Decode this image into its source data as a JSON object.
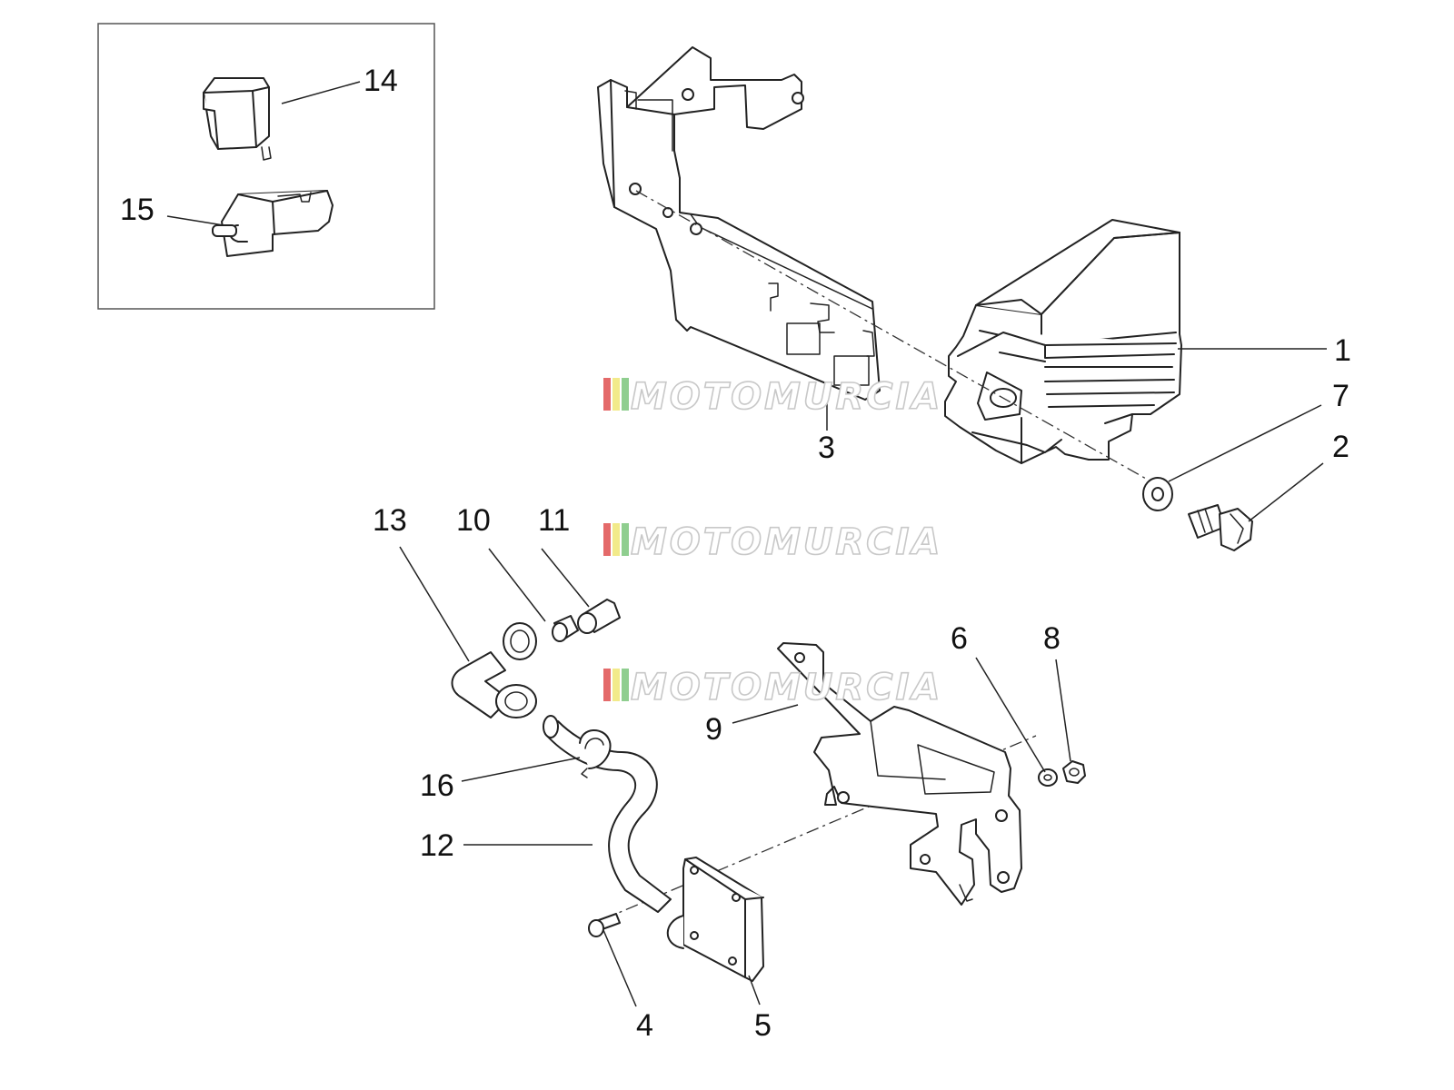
{
  "diagram": {
    "callouts": [
      {
        "id": "c1",
        "label": "1"
      },
      {
        "id": "c2",
        "label": "2"
      },
      {
        "id": "c3",
        "label": "3"
      },
      {
        "id": "c4",
        "label": "4"
      },
      {
        "id": "c5",
        "label": "5"
      },
      {
        "id": "c6",
        "label": "6"
      },
      {
        "id": "c7",
        "label": "7"
      },
      {
        "id": "c8",
        "label": "8"
      },
      {
        "id": "c9",
        "label": "9"
      },
      {
        "id": "c10",
        "label": "10"
      },
      {
        "id": "c11",
        "label": "11"
      },
      {
        "id": "c12",
        "label": "12"
      },
      {
        "id": "c13",
        "label": "13"
      },
      {
        "id": "c14",
        "label": "14"
      },
      {
        "id": "c15",
        "label": "15"
      },
      {
        "id": "c16",
        "label": "16"
      }
    ],
    "watermark": {
      "text": "MOTOMURCIA",
      "stripe_colors": [
        "#e46a6a",
        "#f2ea8a",
        "#8fce8f"
      ]
    },
    "colors": {
      "line": "#222222",
      "background": "#ffffff"
    }
  }
}
